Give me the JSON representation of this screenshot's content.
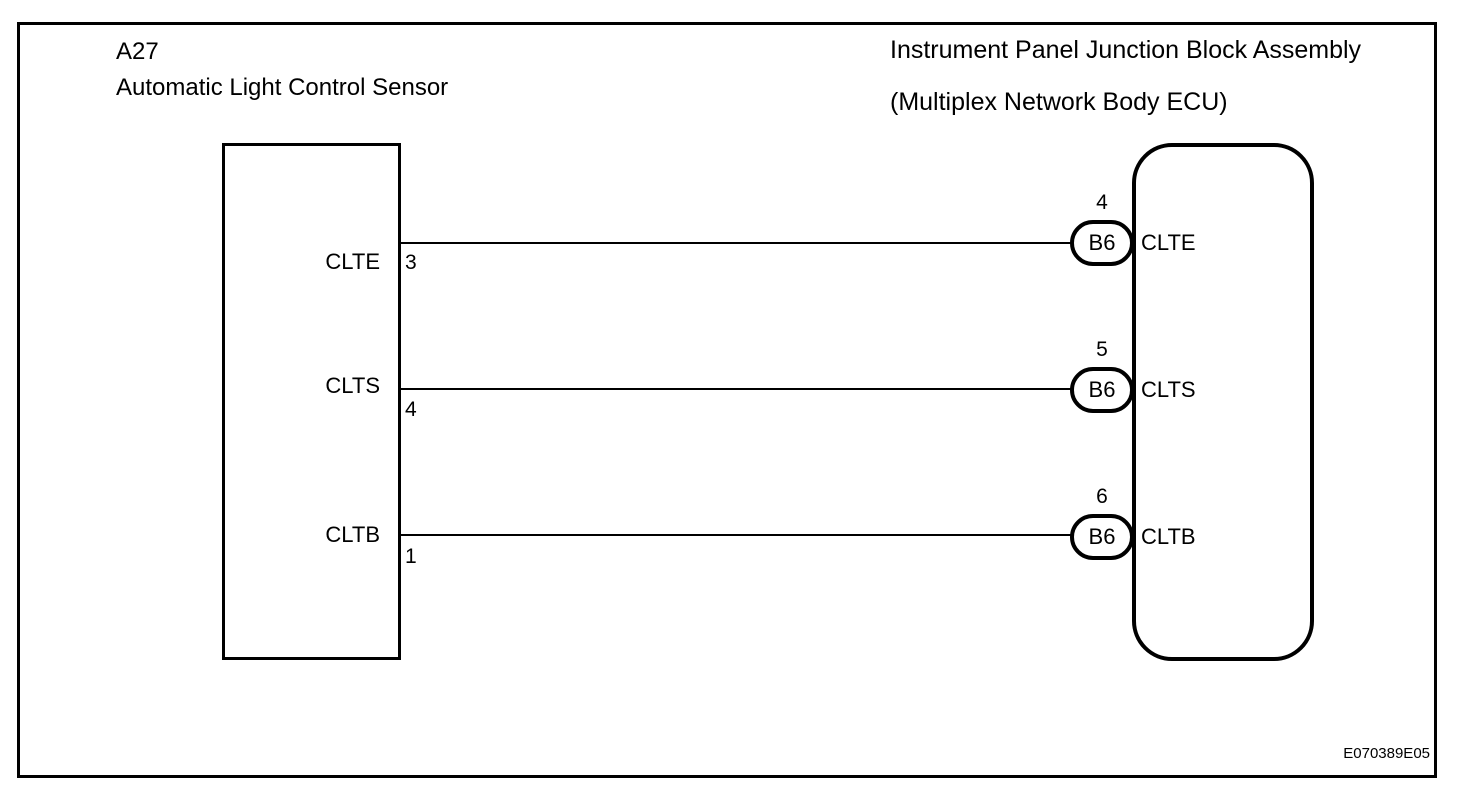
{
  "left_component": {
    "id": "A27",
    "name": "Automatic Light Control Sensor",
    "pins": [
      {
        "label": "CLTE",
        "pin": "3"
      },
      {
        "label": "CLTS",
        "pin": "4"
      },
      {
        "label": "CLTB",
        "pin": "1"
      }
    ]
  },
  "right_component": {
    "name_line1": "Instrument Panel Junction Block Assembly",
    "name_line2": "(Multiplex Network Body ECU)",
    "terminals": [
      {
        "pin": "4",
        "connector": "B6",
        "label": "CLTE"
      },
      {
        "pin": "5",
        "connector": "B6",
        "label": "CLTS"
      },
      {
        "pin": "6",
        "connector": "B6",
        "label": "CLTB"
      }
    ]
  },
  "figure_code": "E070389E05",
  "colors": {
    "line": "#000000",
    "background": "#ffffff"
  }
}
